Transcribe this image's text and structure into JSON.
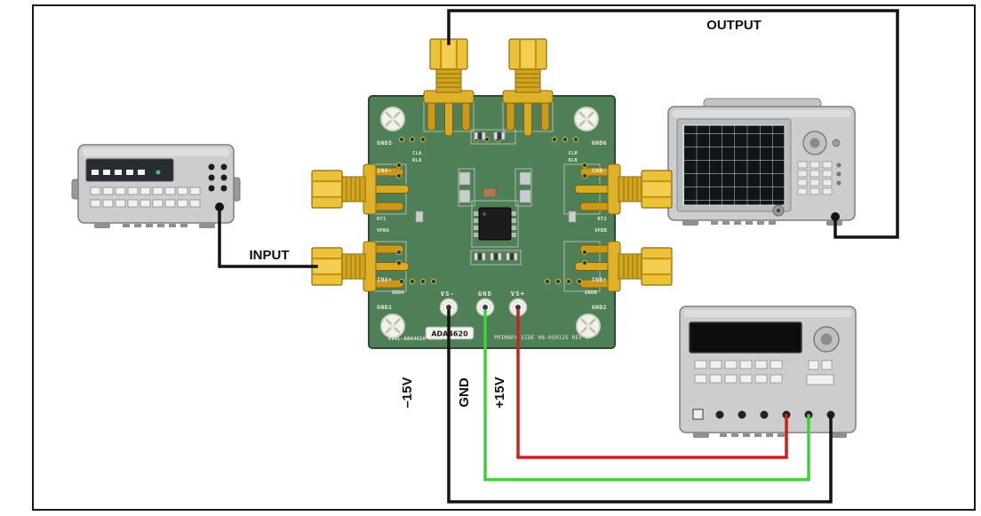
{
  "labels": {
    "output": "OUTPUT",
    "input": "INPUT",
    "supply_neg": "–15V",
    "supply_gnd": "GND",
    "supply_pos": "+15V"
  },
  "board": {
    "sticker": "ADA4620",
    "eval_text": "EVAL-ADA4620-2ARZ",
    "side_text": "PRIMARY SIDE 08-050125 REV C",
    "testpoints": [
      "VS-",
      "GND",
      "VS+"
    ],
    "silk_left": [
      "GND5",
      "INA-",
      "RT1",
      "VPDA",
      "INA+",
      "GRDA",
      "GND1"
    ],
    "silk_right": [
      "GND6",
      "INB-",
      "RT2",
      "VPDB",
      "INB+",
      "GRDB",
      "GND2"
    ],
    "silk_top_left": [
      "CLA",
      "RLA"
    ],
    "silk_top_right": [
      "CLB",
      "RLB"
    ]
  },
  "colors": {
    "wire_black": "#141414",
    "wire_red": "#cc2020",
    "wire_green": "#3fd03f",
    "pcb_green": "#4f7f57",
    "connector_gold": "#e3b62e",
    "instrument_gray": "#cdcdcd"
  }
}
